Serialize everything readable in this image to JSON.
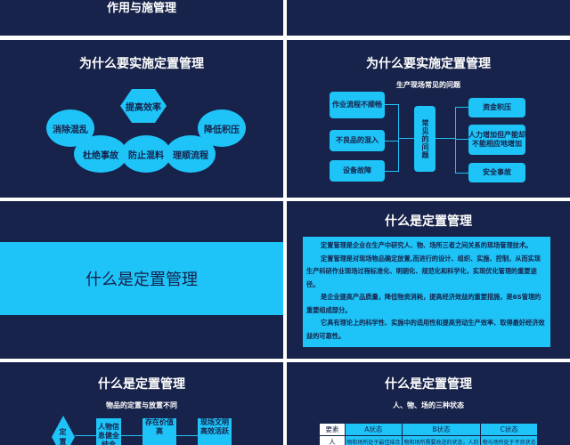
{
  "colors": {
    "bg": "#17234a",
    "accent": "#1ec3f7",
    "text": "#ffffff"
  },
  "s1": {
    "title_partial": "作用与施管理"
  },
  "s3": {
    "title": "为什么要实施定置管理",
    "items": [
      "提高效率",
      "消除混乱",
      "降低积压",
      "杜绝事故",
      "防止混料",
      "理顺流程"
    ]
  },
  "s4": {
    "title": "为什么要实施定置管理",
    "subtitle": "生产现场常见的问题",
    "left": [
      "作业流程不顺畅",
      "不良品的混入",
      "设备故障"
    ],
    "center": "常见的问题",
    "right": [
      "资金积压",
      "人力增加但产能却不能相应地增加",
      "安全事故"
    ]
  },
  "s5": {
    "title": "什么是定置管理"
  },
  "s6": {
    "title": "什么是定置管理",
    "paras": [
      "定置管理是企业在生产中研究人、物、场所三者之间关系的现场管理技术。",
      "定置管理是对现场物品确定放置,而进行的设计、组织、实施、控制，从而实现生产科研作业现场过程标准化、明朗化、规范化和科学化，实现优化管理的重要途径。",
      "是企业提高产品质量，降低物资消耗，提高经济效益的重要措施，是6S管理的重要组成部分。",
      "它具有理论上的科学性、实施中的适用性和提高劳动生产效率、取得最好经济效益的可靠性。"
    ]
  },
  "s7": {
    "title": "什么是定置管理",
    "subtitle": "物品的定置与放置不同",
    "diamond": "定置",
    "boxes": [
      "人物信息健全结合",
      "存在价值高",
      "现场文明高效活跃"
    ]
  },
  "s8": {
    "title": "什么是定置管理",
    "subtitle": "人、物、场的三种状态",
    "headers": [
      "要素",
      "A状态",
      "B状态",
      "C状态"
    ],
    "row1": [
      "人",
      "物和场所处于最佳结合",
      "物和场所需要改进的状态，人的",
      "物与场所处于不良状态"
    ]
  }
}
